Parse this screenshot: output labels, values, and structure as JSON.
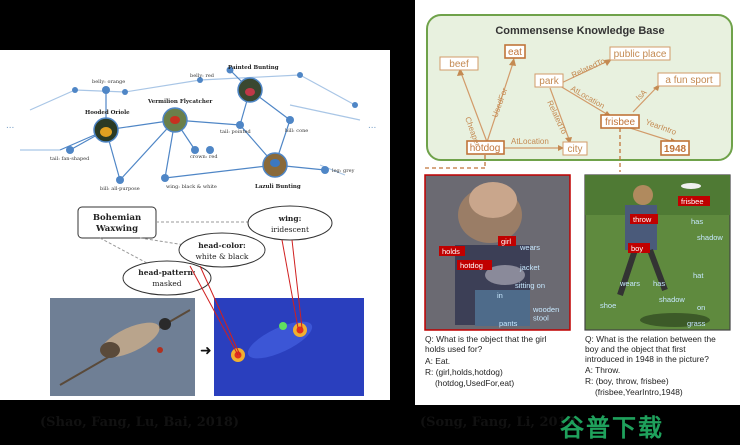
{
  "kg": {
    "nodes": {
      "belly_orange": "belly: orange",
      "painted_bunting": "Painted Bunting",
      "belly_red": "belly: red",
      "hooded_oriole": "Hooded Oriole",
      "vermilion_flycatcher": "Vermilion Flycatcher",
      "tail_fan": "tail: fan-shaped",
      "crown_red": "crown: red",
      "tail_pointed": "tail: pointed",
      "bill_cone": "bill: cone",
      "bill_all": "bill: all-purpose",
      "wing_bw": "wing: black & white",
      "lazuli_bunting": "Lazuli Bunting",
      "leg_grey": "leg: grey",
      "ellipsis": "..."
    }
  },
  "attention": {
    "bird_name_line1": "Bohemian",
    "bird_name_line2": "Waxwing",
    "wing_label": "wing:",
    "wing_value": "iridescent",
    "head_color_label": "head-color:",
    "head_color_value": "white & black",
    "head_pattern_label": "head-pattern:",
    "head_pattern_value": "masked",
    "arrow": "➜"
  },
  "kb": {
    "title": "Commensense Knowledge Base",
    "nodes": {
      "eat": "eat",
      "beef": "beef",
      "public_place": "public place",
      "park": "park",
      "a_fun_sport": "a fun sport",
      "hotdog": "hotdog",
      "frisbee": "frisbee",
      "city": "city",
      "year1948": "1948"
    },
    "edges": {
      "usedfor": "UsedFor",
      "cheaper": "Cheaper",
      "relatedto_top": "RelatedTo",
      "relatedto_mid": "RelatedTo",
      "atlocation_mid": "AtLocation",
      "isa": "IsA",
      "yearintro": "YearIntro",
      "atlocation_bottom": "AtLocation"
    }
  },
  "scene1": {
    "labels": {
      "girl": "girl",
      "holds": "holds",
      "hotdog": "hotdog",
      "wears": "wears",
      "jacket": "jacket",
      "sitting_on": "sitting on",
      "in": "in",
      "wooden_stool": "wooden\nstool",
      "pants": "pants"
    },
    "qa": {
      "q1": "Q: What is the object that the girl",
      "q2": "holds used for?",
      "a": "A: Eat.",
      "r1": "R: (girl,holds,hotdog)",
      "r2": "(hotdog,UsedFor,eat)"
    }
  },
  "scene2": {
    "labels": {
      "frisbee": "frisbee",
      "throw": "throw",
      "has1": "has",
      "shadow1": "shadow",
      "boy": "boy",
      "wears": "wears",
      "shoe": "shoe",
      "has2": "has",
      "shadow2": "shadow",
      "hat": "hat",
      "on": "on",
      "grass": "grass"
    },
    "qa": {
      "q1": "Q: What is the relation between the",
      "q2": "boy and the object that first",
      "q3": "introduced in 1948 in the picture?",
      "a": "A: Throw.",
      "r1": "R: (boy, throw, frisbee)",
      "r2": "(frisbee,YearIntro,1948)"
    }
  },
  "captions": {
    "left": "(Shao, Fang, Lu, Bai, 2018)",
    "right": "(Song, Fang, Li, 2019)"
  },
  "watermark": "谷普下载",
  "colors": {
    "kb_border": "#6fa24a",
    "kb_bg": "#e8f1df",
    "node_orange": "#c0743a",
    "node_red": "#c00000",
    "kg_node": "#4f86c6"
  }
}
